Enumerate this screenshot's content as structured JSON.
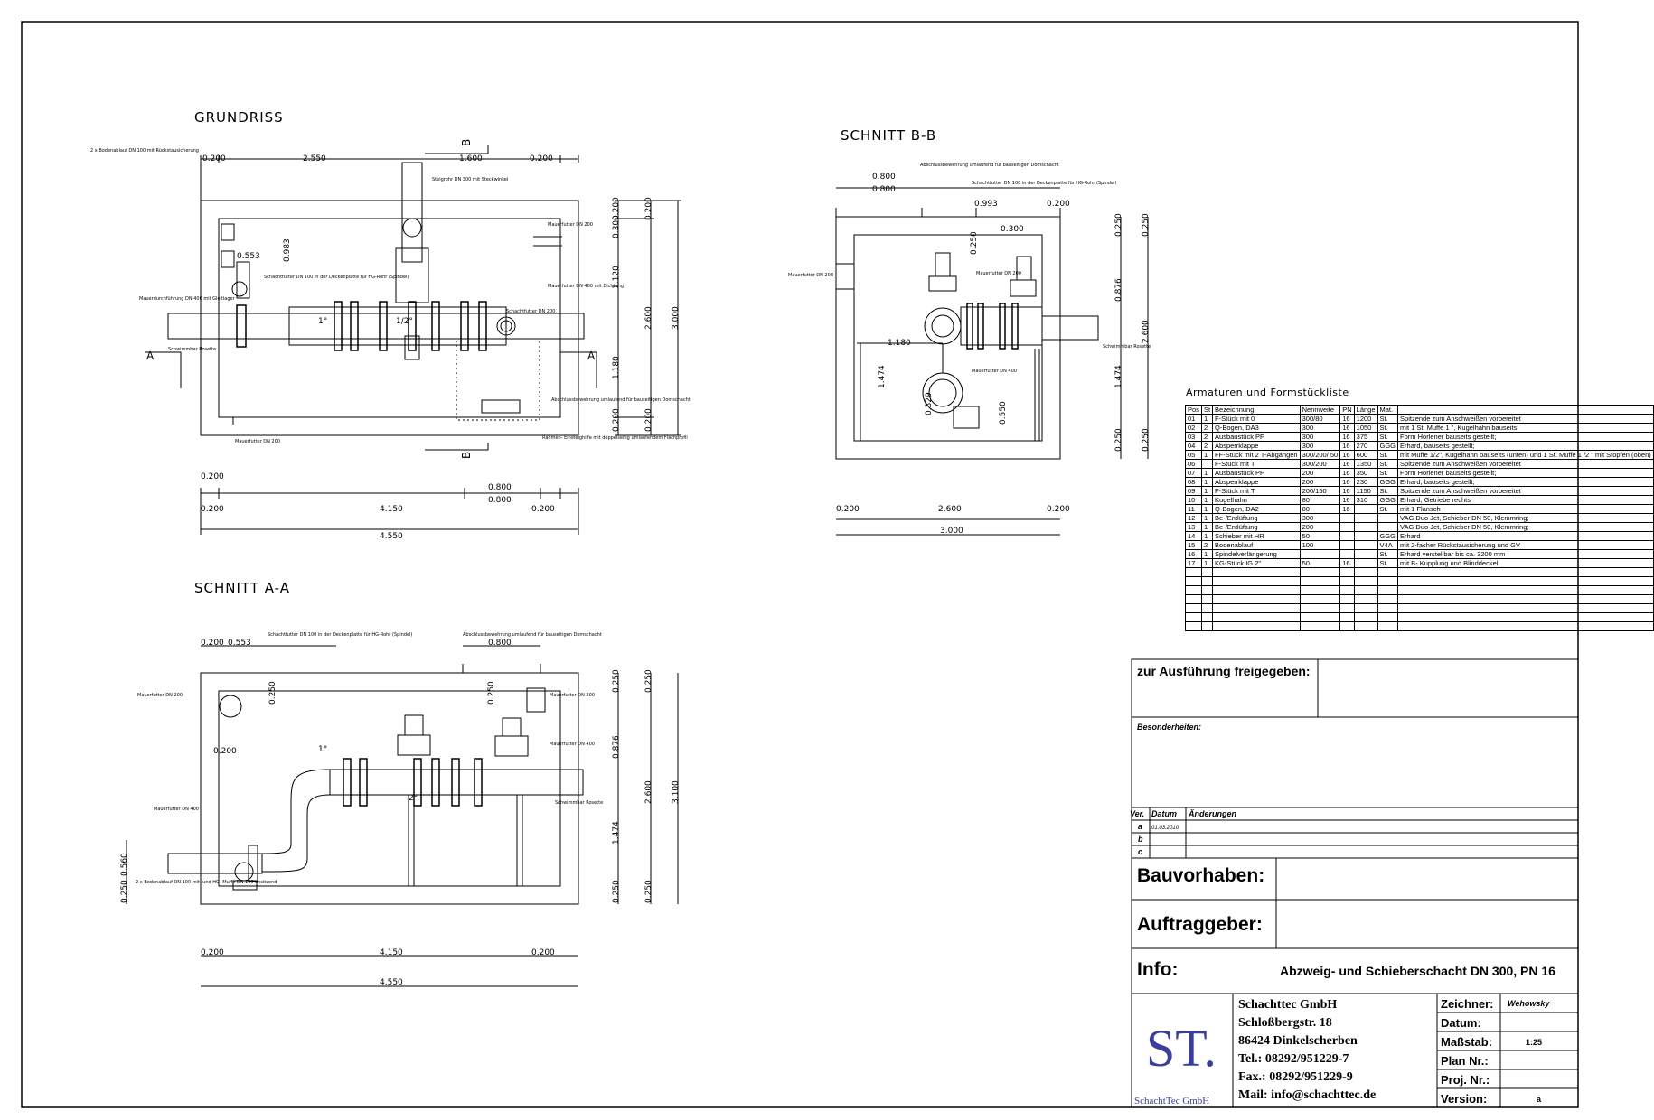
{
  "views": {
    "grundriss": {
      "title": "GRUNDRISS",
      "dims_top": [
        "0.200",
        "2.550",
        "1.600",
        "0.200"
      ],
      "dims_bottom_small": [
        "0.200",
        "0.800",
        "0.800"
      ],
      "dims_bottom": [
        "0.200",
        "4.150",
        "0.200"
      ],
      "dim_total": "4.550",
      "dims_right_inner": [
        "0.200",
        "0.300",
        "1.120",
        "1.180",
        "0.200"
      ],
      "dims_right_mid": [
        "0.200",
        "2.600",
        "0.200"
      ],
      "dim_right_total": "3.000",
      "dims_internal": [
        "0.553",
        "0.983",
        "1°",
        "1/2°"
      ],
      "section_marks": [
        "B",
        "B",
        "A",
        "A"
      ],
      "notes": [
        "2 x Bodenablauf DN 100 mit Rückstausicherung",
        "Steigrohr DN 300 mit Steckwinkel",
        "Schachtfutter DN 100 in der Deckenplatte für HG-Rohr (Spindel)",
        "Mauerdurchführung DN 400 mit Gleitlager",
        "Mauerfutter DN 200",
        "Mauerfutter DN 400 mit Dichtung",
        "Schachtfutter DN 200",
        "Schwimmbar Rosette",
        "Abschlussbewehrung umlaufend für bauseitigen Domschacht",
        "Rahmen- Einsteighilfe mit doppelseitig umlaufendem Flachprofil",
        "Mauerfutter DN 200"
      ]
    },
    "schnitt_bb": {
      "title": "SCHNITT B-B",
      "dims_top": [
        "0.800",
        "0.800",
        "0.993",
        "0.200"
      ],
      "dims_internal": [
        "0.300",
        "1.180",
        "1.474",
        "0.329",
        "0.550",
        "0.250"
      ],
      "dims_right": [
        "0.250",
        "0.876",
        "1.474",
        "0.250"
      ],
      "dims_right_outer": [
        "0.250",
        "2.600",
        "0.250"
      ],
      "dims_bottom": [
        "0.200",
        "2.600",
        "0.200"
      ],
      "dim_total": "3.000",
      "notes": [
        "Abschlussbewehrung umlaufend für bauseitigen Domschacht",
        "Schachtfutter DN 100 in der Deckenplatte für HG-Rohr (Spindel)",
        "Mauerfutter DN 200",
        "Mauerfutter DN 200",
        "Mauerfutter DN 400",
        "Schwimmbar Rosette"
      ]
    },
    "schnitt_aa": {
      "title": "SCHNITT A-A",
      "dims_top": [
        "0.200",
        "0.553",
        "0.800"
      ],
      "dims_internal": [
        "0.250",
        "0.200",
        "0.250",
        "1°",
        "2°"
      ],
      "dims_left": [
        "0.560",
        "0.250"
      ],
      "dims_right": [
        "0.250",
        "0.876",
        "1.474",
        "0.250"
      ],
      "dims_right_outer": [
        "0.250",
        "2.600",
        "0.250"
      ],
      "dim_right_total": "3.100",
      "dims_bottom": [
        "0.200",
        "4.150",
        "0.200"
      ],
      "dim_total": "4.550",
      "notes": [
        "Schachtfutter DN 100 in der Deckenplatte für HG-Rohr (Spindel)",
        "Abschlussbewehrung umlaufend für bauseitigen Domschacht",
        "Mauerfutter DN 200",
        "Mauerfutter DN 200",
        "Mauerfutter DN 400",
        "Mauerfutter DN 400",
        "Schwimmbar Rosette",
        "2 x Bodenablauf DN 100 mit, und HG- Muffe DN 100 ansitzend"
      ]
    }
  },
  "parts_table": {
    "title": "Armaturen und Formstückliste",
    "headers": [
      "Pos",
      "St",
      "Bezeichnung",
      "Nennweite",
      "PN",
      "Länge",
      "Mat.",
      ""
    ],
    "rows": [
      [
        "01",
        "1",
        "F-Stück mit 0",
        "300/80",
        "16",
        "1200",
        "St.",
        "Spitzende zum Anschweißen vorbereitet"
      ],
      [
        "02",
        "2",
        "Q-Bogen, DA3",
        "300",
        "16",
        "1050",
        "St.",
        "mit 1 St. Muffe 1 \", Kugelhahn bauseits"
      ],
      [
        "03",
        "2",
        "Ausbaustück PF",
        "300",
        "16",
        "375",
        "St.",
        "Form Horlener bauseits gestellt;"
      ],
      [
        "04",
        "2",
        "Absperrklappe",
        "300",
        "16",
        "270",
        "GGG",
        "Erhard, bauseits gestellt;"
      ],
      [
        "05",
        "1",
        "FF-Stück mit 2 T-Abgängen",
        "300/200/ 50",
        "16",
        "600",
        "St.",
        "mit Muffe 1/2\", Kugelhahn bauseits (unten) und 1 St. Muffe 1 /2 \" mit Stopfen (oben)"
      ],
      [
        "06",
        "",
        "F-Stück mit T",
        "300/200",
        "16",
        "1350",
        "St.",
        "Spitzende zum Anschweißen vorbereitet"
      ],
      [
        "07",
        "1",
        "Ausbaustück PF",
        "200",
        "16",
        "350",
        "St.",
        "Form Horlener bauseits gestellt;"
      ],
      [
        "08",
        "1",
        "Absperrklappe",
        "200",
        "16",
        "230",
        "GGG",
        "Erhard, bauseits gestellt;"
      ],
      [
        "09",
        "1",
        "F-Stück mit T",
        "200/150",
        "16",
        "1150",
        "St.",
        "Spitzende zum Anschweißen vorbereitet"
      ],
      [
        "10",
        "1",
        "Kugelhahn",
        "80",
        "16",
        "310",
        "GGG",
        "Erhard, Getriebe rechts"
      ],
      [
        "11",
        "1",
        "Q-Bogen, DA2",
        "80",
        "16",
        "",
        "St.",
        "mit 1 Flansch"
      ],
      [
        "12",
        "1",
        "Be-/Entlüftung",
        "300",
        "",
        "",
        "",
        "VAG Duo Jet, Schieber DN 50, Klemmring;"
      ],
      [
        "13",
        "1",
        "Be-/Entlüftung",
        "200",
        "",
        "",
        "",
        "VAG Duo Jet, Schieber DN 50, Klemmring;"
      ],
      [
        "14",
        "1",
        "Schieber mit HR",
        "50",
        "",
        "",
        "GGG",
        "Erhard"
      ],
      [
        "15",
        "2",
        "Bodenablauf",
        "100",
        "",
        "",
        "V4A",
        "mit 2-facher Rückstausicherung und GV"
      ],
      [
        "16",
        "1",
        "Spindelverlängerung",
        "",
        "",
        "",
        "St.",
        "Erhard verstellbar bis ca. 3200 mm"
      ],
      [
        "17",
        "1",
        "KG-Stück IG 2\"",
        "50",
        "16",
        "",
        "St.",
        "mit B- Kupplung und Blinddeckel"
      ],
      [
        "",
        "",
        "",
        "",
        "",
        "",
        "",
        ""
      ],
      [
        "",
        "",
        "",
        "",
        "",
        "",
        "",
        ""
      ],
      [
        "",
        "",
        "",
        "",
        "",
        "",
        "",
        ""
      ],
      [
        "",
        "",
        "",
        "",
        "",
        "",
        "",
        ""
      ],
      [
        "",
        "",
        "",
        "",
        "",
        "",
        "",
        ""
      ],
      [
        "",
        "",
        "",
        "",
        "",
        "",
        "",
        ""
      ],
      [
        "",
        "",
        "",
        "",
        "",
        "",
        "",
        ""
      ]
    ]
  },
  "title_block": {
    "release_label": "zur Ausführung freigegeben:",
    "special_label": "Besonderheiten:",
    "revisions_header": {
      "ver": "Ver.",
      "date": "Datum",
      "changes": "Änderungen"
    },
    "revisions": [
      {
        "ver": "a",
        "date": "01.03.2010",
        "changes": ""
      },
      {
        "ver": "b",
        "date": "",
        "changes": ""
      },
      {
        "ver": "c",
        "date": "",
        "changes": ""
      }
    ],
    "bauvorhaben_label": "Bauvorhaben:",
    "auftraggeber_label": "Auftraggeber:",
    "info_label": "Info:",
    "info_value": "Abzweig- und Schieberschacht DN 300, PN 16",
    "company": {
      "logo_text": "ST.",
      "logo_caption": "SchachtTec GmbH",
      "name": "Schachttec GmbH",
      "street": "Schloßbergstr. 18",
      "city": "86424 Dinkelscherben",
      "tel": "Tel.: 08292/951229-7",
      "fax": "Fax.: 08292/951229-9",
      "mail": "Mail: info@schachttec.de"
    },
    "fields": [
      {
        "label": "Zeichner:",
        "value": "Wehowsky"
      },
      {
        "label": "Datum:",
        "value": ""
      },
      {
        "label": "Maßstab:",
        "value": "1:25"
      },
      {
        "label": "Plan Nr.:",
        "value": ""
      },
      {
        "label": "Proj. Nr.:",
        "value": ""
      },
      {
        "label": "Version:",
        "value": "a"
      }
    ],
    "colors": {
      "logo": "#3b3f9a",
      "line": "#000000"
    }
  }
}
